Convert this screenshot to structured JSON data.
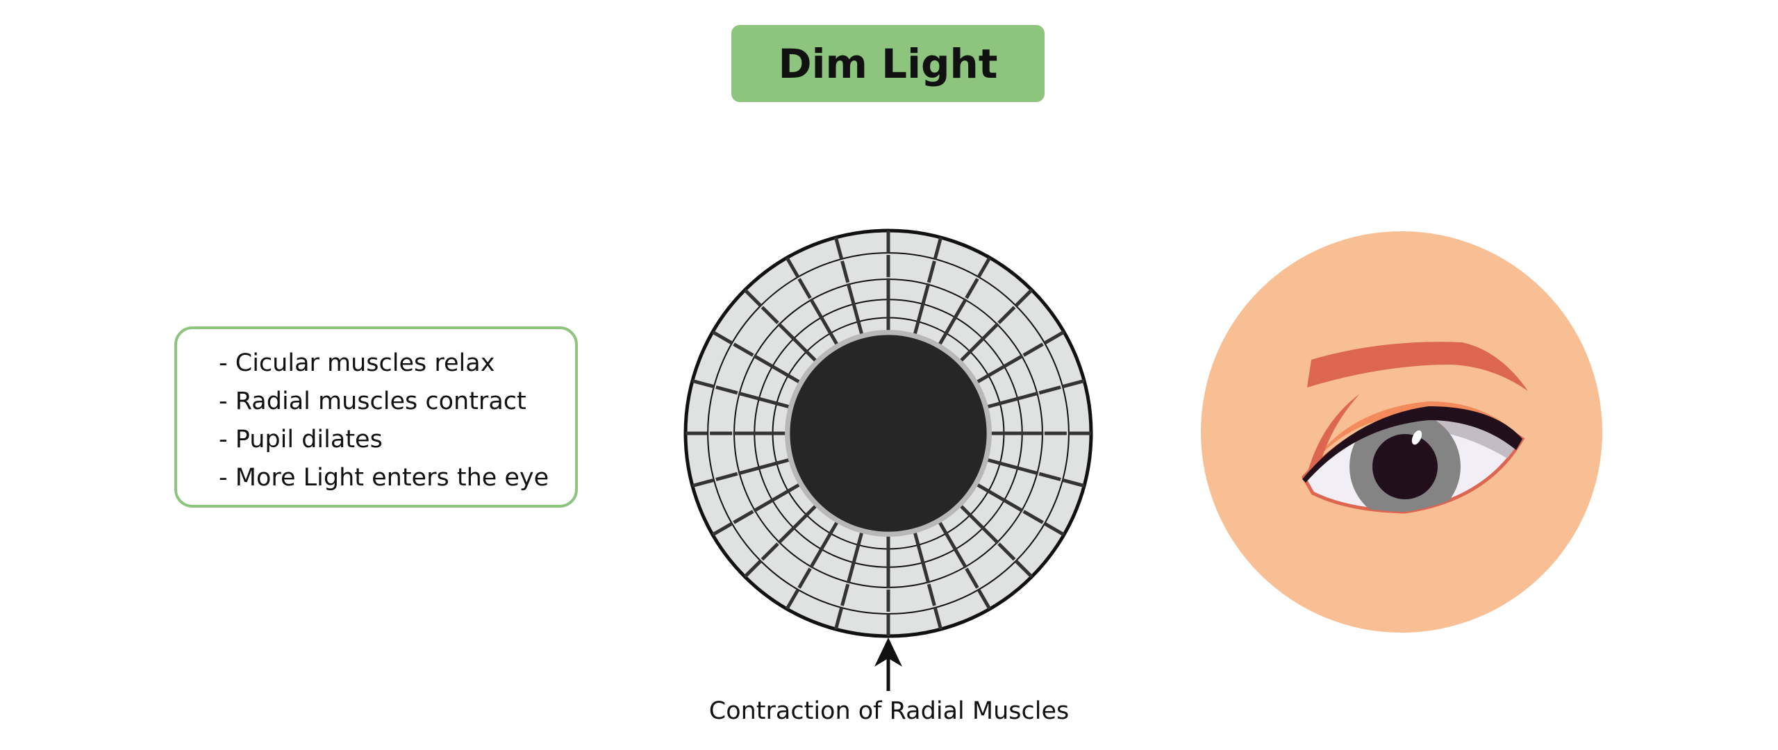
{
  "title": "Dim Light",
  "notes": [
    "- Cicular muscles relax",
    "- Radial muscles contract",
    "- Pupil dilates",
    "- More Light enters the eye"
  ],
  "caption": "Contraction of Radial Muscles",
  "colors": {
    "title_bg": "#8dc57f",
    "iris_bg": "#e0e1e1",
    "pupil": "#262626",
    "skin": "#f9bf94",
    "brow": "#dc6650",
    "eye_iris": "#848484",
    "eye_pupil": "#220f1c"
  }
}
